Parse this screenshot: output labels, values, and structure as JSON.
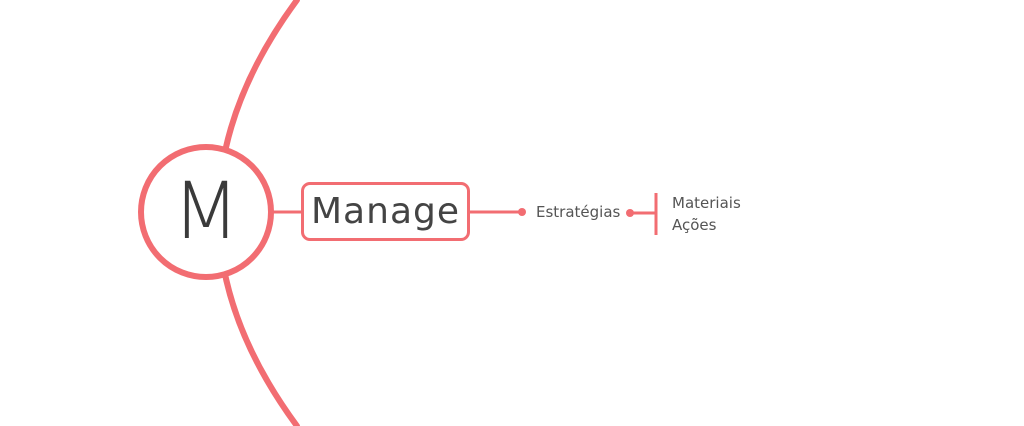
{
  "colors": {
    "accent": "#f26d72",
    "text": "#444444",
    "background": "#ffffff"
  },
  "diagram": {
    "central_letter": "M",
    "root": {
      "label": "Manage"
    },
    "branch": {
      "label": "Estratégias",
      "children": [
        {
          "label": "Materiais"
        },
        {
          "label": "Ações"
        }
      ]
    }
  }
}
